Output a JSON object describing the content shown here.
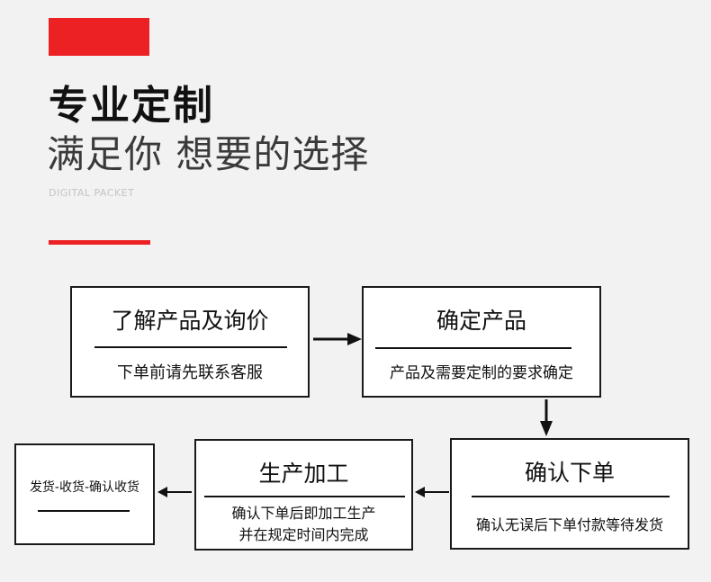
{
  "header": {
    "title": "专业定制",
    "subtitle": "满足你 想要的选择",
    "tagline": "DIGITAL PACKET"
  },
  "colors": {
    "accent": "#ec2124",
    "box_border": "#1a1a1a",
    "background": "#f2f2f2"
  },
  "steps": [
    {
      "title": "了解产品及询价",
      "desc": [
        "下单前请先联系客服"
      ]
    },
    {
      "title": "确定产品",
      "desc": [
        "产品及需要定制的要求确定"
      ]
    },
    {
      "title": "确认下单",
      "desc": [
        "确认无误后下单付款等待发货"
      ]
    },
    {
      "title": "生产加工",
      "desc": [
        "确认下单后即加工生产",
        "并在规定时间内完成"
      ]
    },
    {
      "title": "发货-收货-确认收货",
      "desc": []
    }
  ]
}
